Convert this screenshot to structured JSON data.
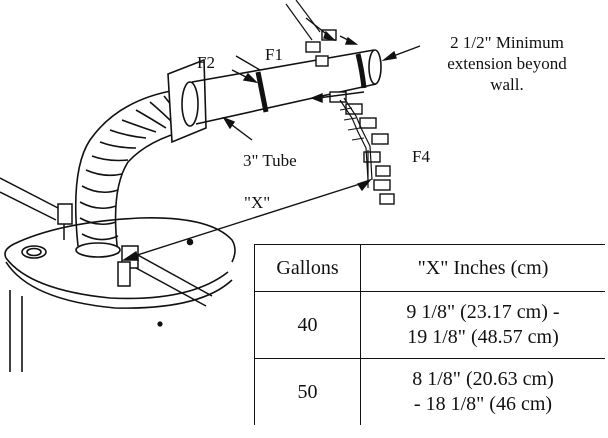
{
  "labels": {
    "f1": "F1",
    "f2": "F2",
    "f4": "F4",
    "tube": "3\" Tube",
    "x": "\"X\""
  },
  "note": {
    "line1": "2 1/2\" Minimum",
    "line2": "extension beyond",
    "line3": "wall."
  },
  "table": {
    "headers": [
      "Gallons",
      "\"X\" Inches (cm)"
    ],
    "rows": [
      {
        "gallons": "40",
        "range_line1": "9 1/8\" (23.17 cm) -",
        "range_line2": "19 1/8\" (48.57 cm)"
      },
      {
        "gallons": "50",
        "range_line1": "8 1/8\" (20.63 cm)",
        "range_line2": "- 18 1/8\" (46 cm)"
      }
    ]
  }
}
